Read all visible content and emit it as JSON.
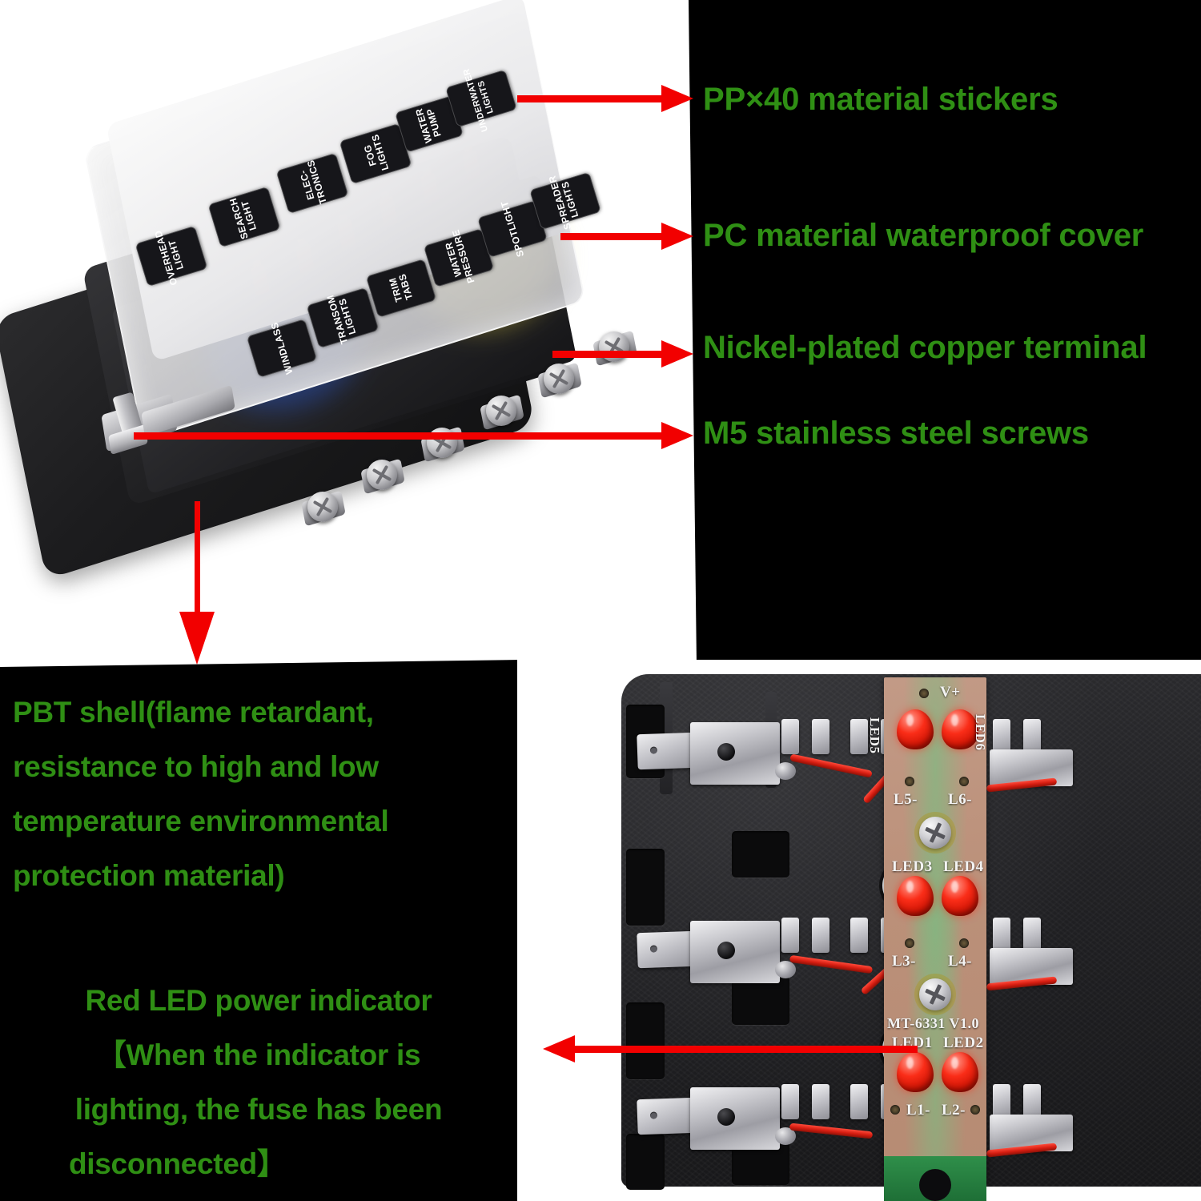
{
  "callouts_top": [
    {
      "id": "pp-stickers",
      "label": "PP×40 material stickers"
    },
    {
      "id": "pc-cover",
      "label": "PC material waterproof cover"
    },
    {
      "id": "nickel-term",
      "label": "Nickel-plated copper terminal"
    },
    {
      "id": "m5-screws",
      "label": "M5 stainless steel screws"
    }
  ],
  "callouts_bottom": {
    "pbt_shell": "PBT shell(flame retardant, resistance to high and low temperature environmental protection material)",
    "pbt_shell_lines": [
      "PBT shell(flame retardant,",
      "resistance to high and low",
      "temperature environmental",
      "protection material)"
    ],
    "led_indicator": "Red LED power indicator【When the indicator is lighting, the fuse has been disconnected】",
    "led_indicator_lines": [
      "Red LED power indicator",
      "【When the indicator is",
      "lighting, the fuse has been",
      "disconnected】"
    ]
  },
  "fuse_stickers": [
    {
      "row": 1,
      "label": "OVERHEAD LIGHT"
    },
    {
      "row": 1,
      "label": "SEARCH LIGHT"
    },
    {
      "row": 1,
      "label": "ELEC-TRONICS"
    },
    {
      "row": 1,
      "label": "FOG LIGHTS"
    },
    {
      "row": 1,
      "label": "WATER PUMP"
    },
    {
      "row": 1,
      "label": "UNDERWATER LIGHTS"
    },
    {
      "row": 2,
      "label": "WINDLASS"
    },
    {
      "row": 2,
      "label": "TRANSOM LIGHTS"
    },
    {
      "row": 2,
      "label": "TRIM TABS"
    },
    {
      "row": 2,
      "label": "WATER PRESSURE"
    },
    {
      "row": 2,
      "label": "SPOTLIGHT"
    },
    {
      "row": 2,
      "label": "SPREADER LIGHTS"
    }
  ],
  "pcb_silkscreen": [
    {
      "id": "v-plus",
      "label": "V+"
    },
    {
      "id": "led5",
      "label": "LED5"
    },
    {
      "id": "led6",
      "label": "LED6"
    },
    {
      "id": "l5",
      "label": "L5-"
    },
    {
      "id": "l6",
      "label": "L6-"
    },
    {
      "id": "led3",
      "label": "LED3"
    },
    {
      "id": "led4",
      "label": "LED4"
    },
    {
      "id": "l3",
      "label": "L3-"
    },
    {
      "id": "l4",
      "label": "L4-"
    },
    {
      "id": "part",
      "label": "MT-6331 V1.0"
    },
    {
      "id": "led1",
      "label": "LED1"
    },
    {
      "id": "led2",
      "label": "LED2"
    },
    {
      "id": "l1",
      "label": "L1-"
    },
    {
      "id": "l2",
      "label": "L2-"
    }
  ],
  "colors": {
    "callout_green": "#2f8f14",
    "arrow_red": "#f20000",
    "panel_black": "#000000",
    "panel_white": "#ffffff",
    "led_red": "#fa2d18",
    "pcb_green": "#78be82"
  }
}
